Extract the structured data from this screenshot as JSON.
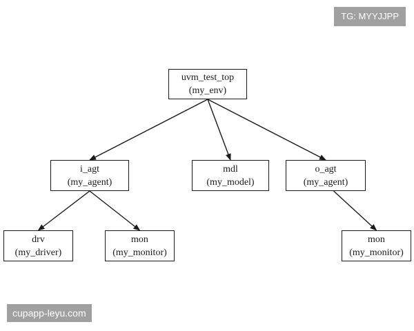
{
  "diagram": {
    "nodes": [
      {
        "id": "uvm_test_top",
        "name": "uvm_test_top",
        "type": "(my_env)"
      },
      {
        "id": "i_agt",
        "name": "i_agt",
        "type": "(my_agent)"
      },
      {
        "id": "mdl",
        "name": "mdl",
        "type": "(my_model)"
      },
      {
        "id": "o_agt",
        "name": "o_agt",
        "type": "(my_agent)"
      },
      {
        "id": "drv",
        "name": "drv",
        "type": "(my_driver)"
      },
      {
        "id": "mon_i",
        "name": "mon",
        "type": "(my_monitor)"
      },
      {
        "id": "mon_o",
        "name": "mon",
        "type": "(my_monitor)"
      }
    ],
    "edges": [
      {
        "from": "uvm_test_top",
        "to": "i_agt"
      },
      {
        "from": "uvm_test_top",
        "to": "mdl"
      },
      {
        "from": "uvm_test_top",
        "to": "o_agt"
      },
      {
        "from": "i_agt",
        "to": "drv"
      },
      {
        "from": "i_agt",
        "to": "mon_i"
      },
      {
        "from": "o_agt",
        "to": "mon_o"
      }
    ],
    "colors": {
      "stroke": "#1a1a1a",
      "fill": "#ffffff"
    }
  },
  "watermarks": {
    "top_right": "TG: MYYJJPP",
    "bottom_left": "cupapp-leyu.com"
  }
}
